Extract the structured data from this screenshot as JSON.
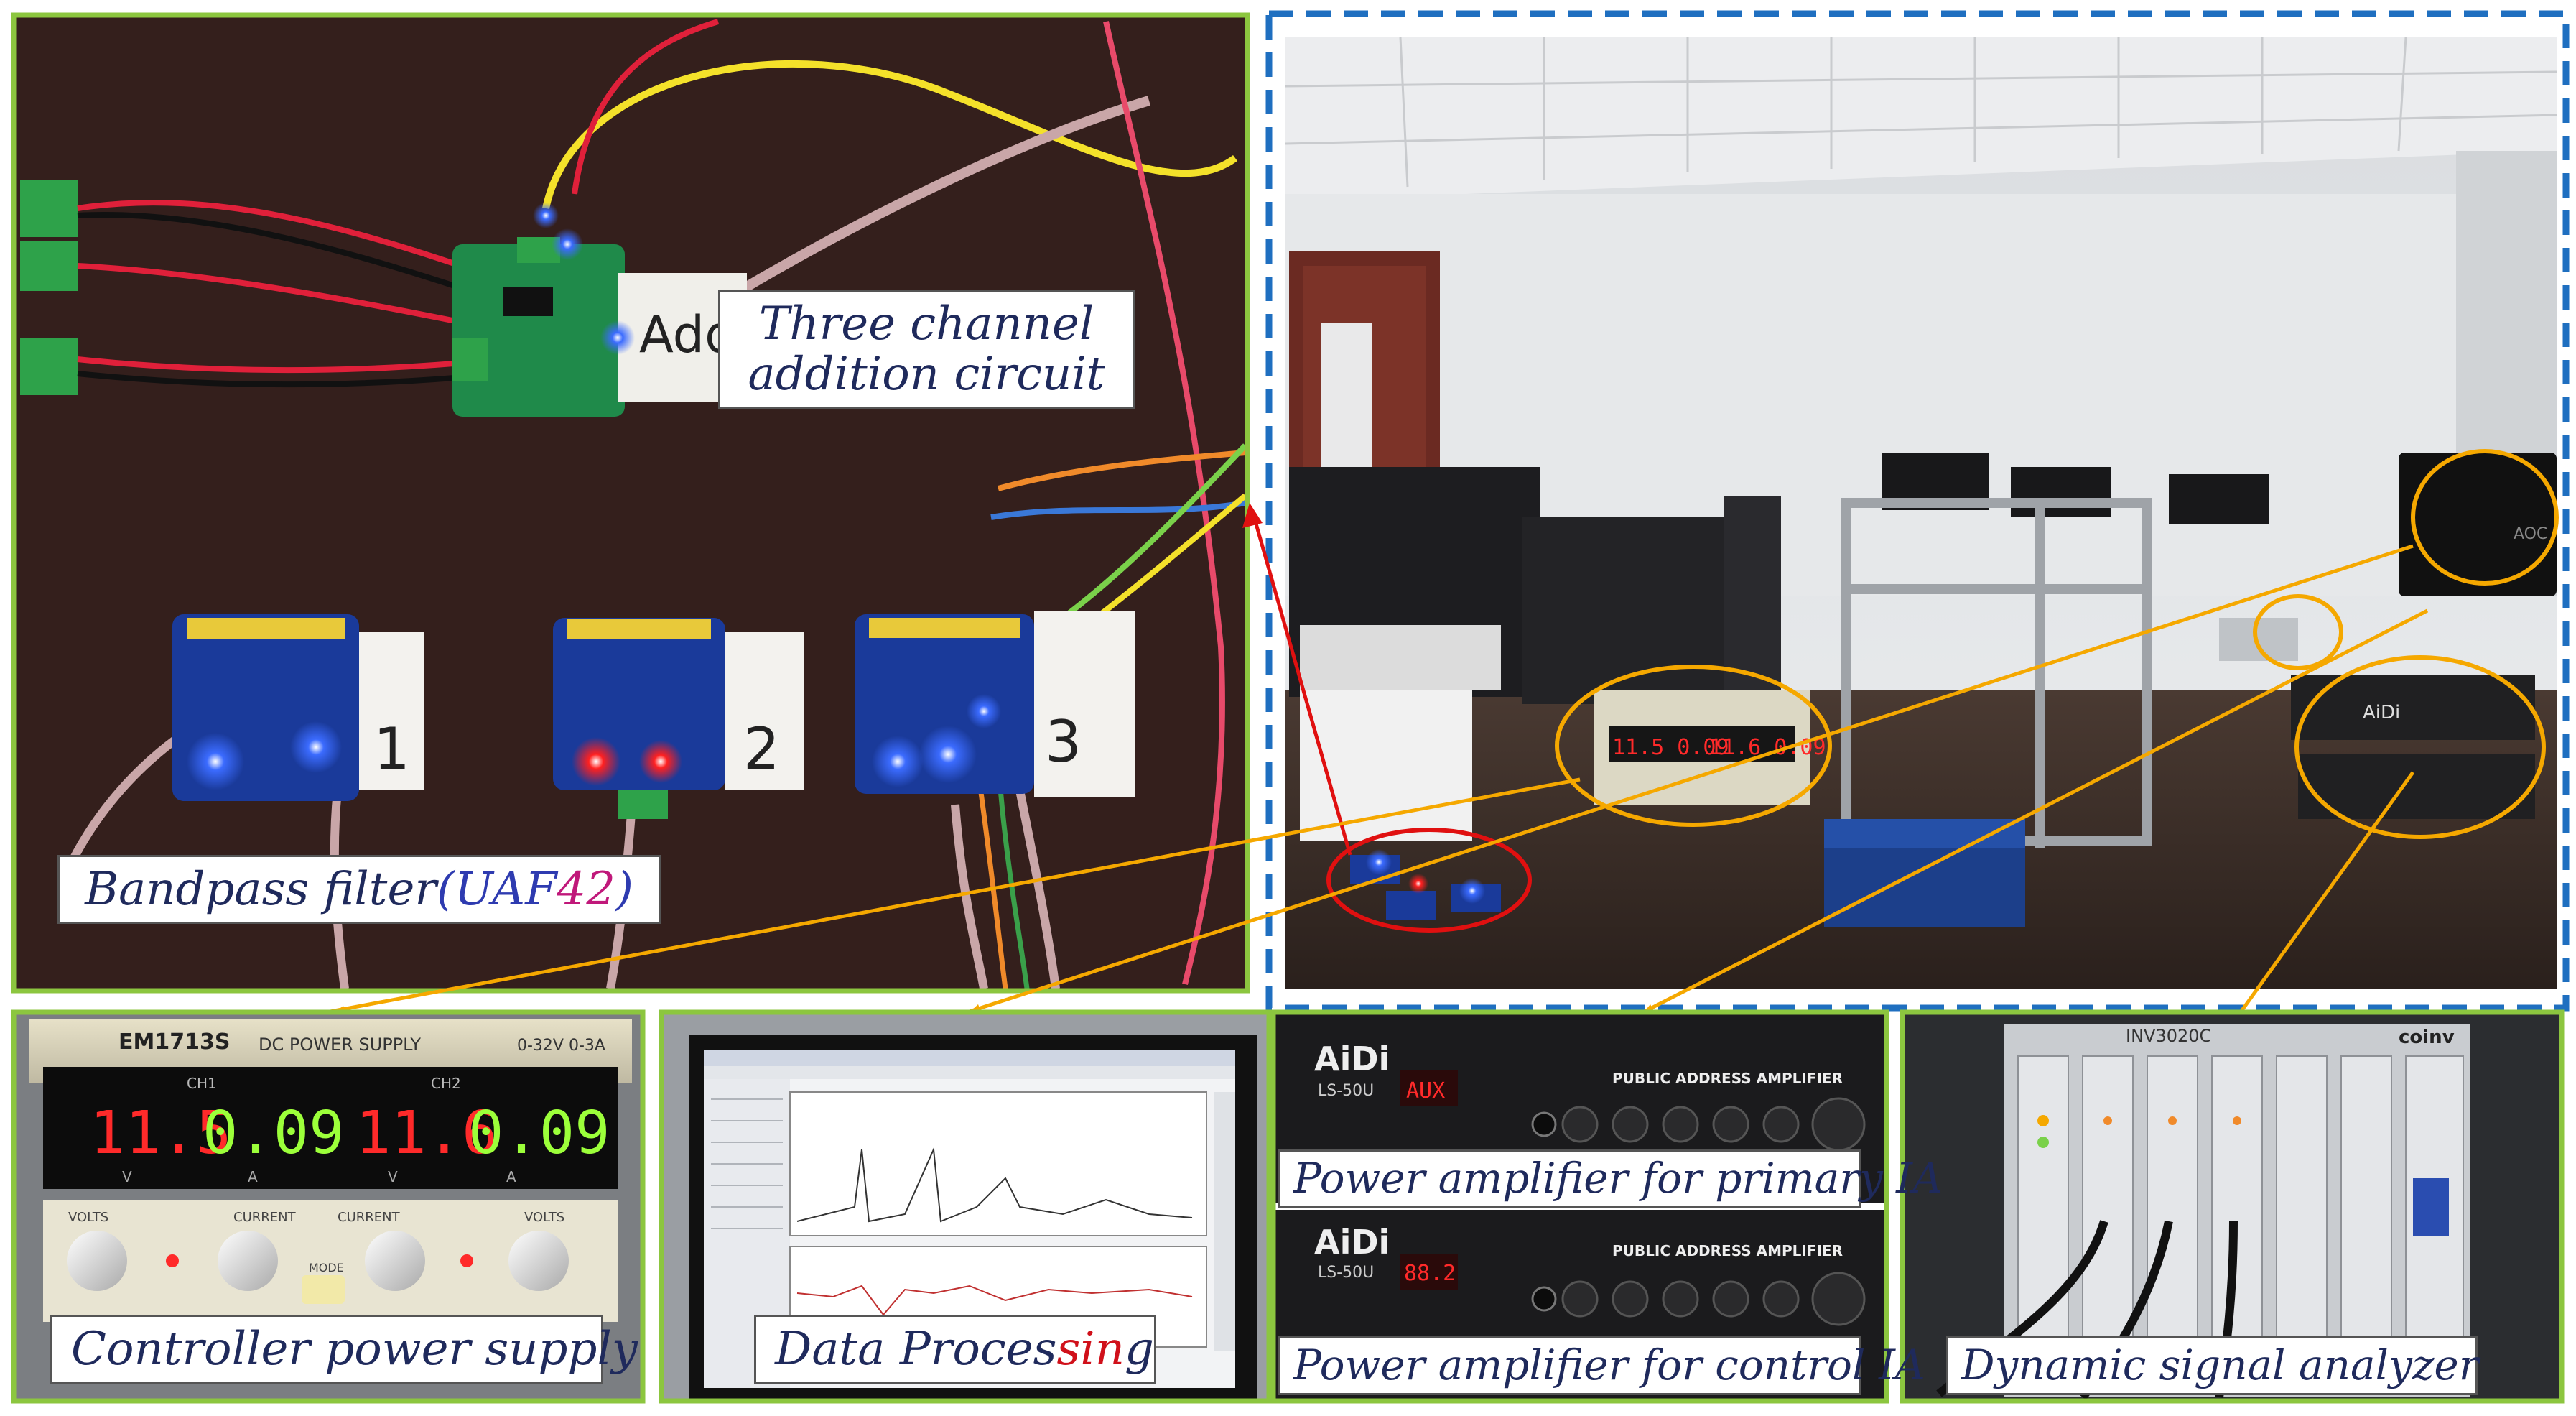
{
  "captions": {
    "addition_line1": "Three channel",
    "addition_line2": "addition circuit",
    "bandpass_prefix": "Bandpass filter",
    "bandpass_open": "(",
    "bandpass_uaf": "UAF",
    "bandpass_num": "42",
    "bandpass_close": ")",
    "controller_power": "Controller power supply",
    "data_proc_a": "Data Proces",
    "data_proc_b": "sin",
    "data_proc_c": "g",
    "amp_primary": "Power amplifier for primary IA",
    "amp_control": "Power amplifier for control IA",
    "signal_analyzer": "Dynamic signal analyzer"
  },
  "photo_text": {
    "filter_labels": [
      "1",
      "2",
      "3"
    ],
    "add_board_note": "Add",
    "psu_model": "EM1713S",
    "psu_title": "DC POWER SUPPLY",
    "psu_range": "0-32V 0-3A",
    "psu_ch1": "CH1",
    "psu_ch2": "CH2",
    "psu_ch1_volts": "11.5",
    "psu_ch1_amps": "0.09",
    "psu_ch2_volts": "11.6",
    "psu_ch2_amps": "0.09",
    "psu_unit_v": "V",
    "psu_unit_a": "A",
    "psu_volts": "VOLTS",
    "psu_current": "CURRENT",
    "psu_mode": "MODE",
    "amp_brand": "AiDi",
    "amp_model": "LS-50U",
    "amp_title": "PUBLIC ADDRESS AMPLIFIER",
    "amp1_display": "AUX",
    "amp2_display": "88.2",
    "analyzer_model": "INV3020C",
    "analyzer_brand": "coinv",
    "lab_psu_left": "11.5 0.09",
    "lab_psu_right": "11.6 0.09",
    "monitor_brand": "AOC",
    "amp_brand_small": "AiDi"
  },
  "colors": {
    "panel_border": "#8cc63f",
    "dashed_border": "#1f6fc0",
    "callout_orange": "#f5a800",
    "callout_red": "#e01010",
    "caption_text": "#1f2a5c",
    "seg_red": "#ff2a2a",
    "seg_green": "#9cff3a"
  }
}
